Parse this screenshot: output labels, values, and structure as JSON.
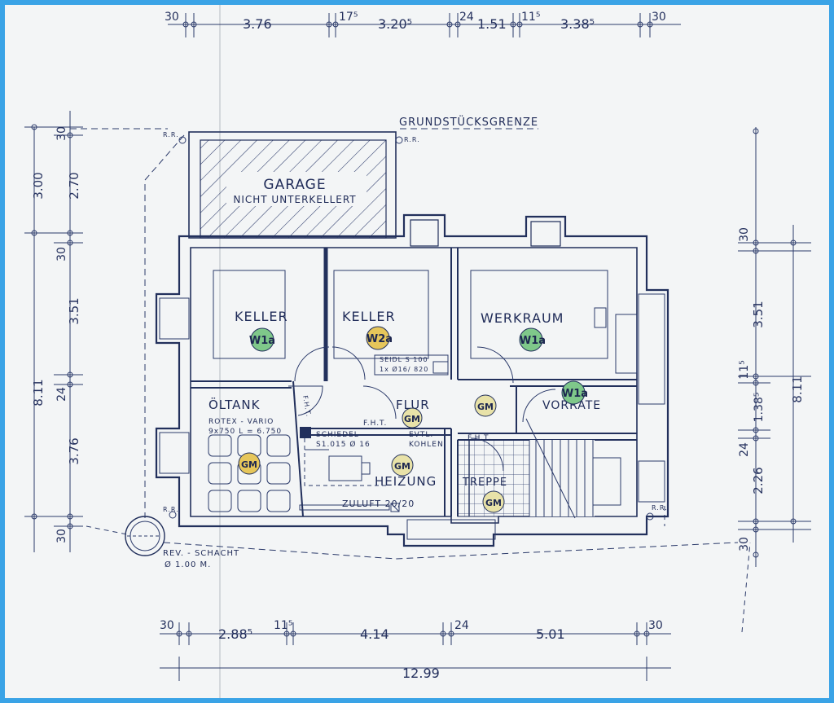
{
  "plot_boundary_label": "GRUNDSTÜCKSGRENZE",
  "garage": {
    "title": "GARAGE",
    "subtitle": "NICHT UNTERKELLERT"
  },
  "rooms": {
    "keller1": "KELLER",
    "keller2": "KELLER",
    "werkraum": "WERKRAUM",
    "oeltank": "ÖLTANK",
    "flur": "FLUR",
    "heizung": "HEIZUNG",
    "treppe": "TREPPE",
    "vorraete": "VORRÄTE"
  },
  "notes": {
    "rotex": "ROTEX - VARIO",
    "rotex_size": "9x750 L = 6.750",
    "seidl": "SEIDL S 100",
    "seidl_sub": "1x Ø16/ 820",
    "schiedel": "SCHIEDEL",
    "schiedel_sub": "S1.015 Ø 16",
    "evtl": "EVTL.",
    "kohlen": "KOHLEN",
    "zuluft": "ZULUFT 20/20",
    "fht1": "F.H.T.",
    "fht2": "F.H.T.",
    "fht3": "F.H.T.",
    "rr1": "R.R.",
    "rr2": "R.R.",
    "rr3": "R.R.",
    "rr4": "R.R.",
    "schacht": "REV. - SCHACHT",
    "schacht_d": "Ø 1.00 M."
  },
  "markers": {
    "w1a_keller": "W1a",
    "w2a_keller": "W2a",
    "w1a_werkraum": "W1a",
    "w1a_vorraete": "W1a",
    "gm_flur": "GM",
    "gm_vorraum": "GM",
    "gm_oeltank": "GM",
    "gm_heizung": "GM",
    "gm_treppe": "GM"
  },
  "colors": {
    "green": "#7fc88a",
    "yellow": "#e6c65a",
    "cream": "#e8e2a8",
    "ink": "#22305c"
  },
  "dims": {
    "top": [
      "30",
      "3.76",
      "17⁵",
      "3.20⁵",
      "24",
      "1.51",
      "11⁵",
      "3.38⁵",
      "30"
    ],
    "bottom": [
      "30",
      "2.88⁵",
      "11⁵",
      "4.14",
      "24",
      "5.01",
      "30"
    ],
    "total": "12.99",
    "left": [
      "30",
      "2.70",
      "30",
      "3.51",
      "24",
      "3.76",
      "30"
    ],
    "left_outer": [
      "3.00",
      "8.11"
    ],
    "right": [
      "30",
      "3.51",
      "11⁵",
      "1.38⁵",
      "24",
      "2.26",
      "30"
    ],
    "right_outer": "8.11"
  }
}
